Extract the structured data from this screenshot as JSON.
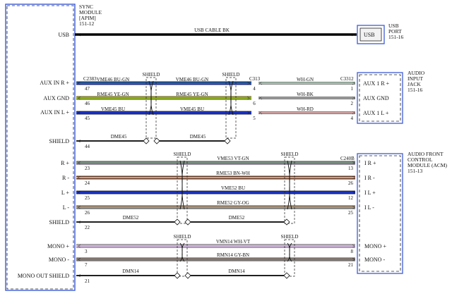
{
  "left_module": {
    "title": [
      "SYNC",
      "MODULE",
      "[APIM]",
      "151-12"
    ],
    "pins": {
      "usb": "USB",
      "aux_in_r": "AUX IN R +",
      "aux_gnd": "AUX GND",
      "aux_in_l": "AUX IN L +",
      "shield1": "SHIELD",
      "r_plus": "R +",
      "r_minus": "R -",
      "l_plus": "L +",
      "l_minus": "L -",
      "shield2": "SHIELD",
      "mono_plus": "MONO +",
      "mono_minus": "MONO -",
      "mono_out_shield": "MONO OUT SHIELD"
    },
    "connectors": {
      "aux": "C2383",
      "acm": "C240B"
    }
  },
  "usb_port": {
    "title": [
      "USB",
      "PORT",
      "151-16"
    ],
    "pin": "USB"
  },
  "aux_jack": {
    "title": [
      "AUDIO",
      "INPUT",
      "JACK",
      "151-16"
    ],
    "connector": "C3312",
    "pins": {
      "r": "AUX 1 R +",
      "gnd": "AUX GND",
      "l": "AUX 1 L +"
    }
  },
  "acm": {
    "title": [
      "AUDIO FRONT",
      "CONTROL",
      "MODULE (ACM)",
      "151-13"
    ],
    "pins": {
      "r_plus": "I R +",
      "r_minus": "I R -",
      "l_plus": "I L +",
      "l_minus": "I L -",
      "mono_plus": "MONO +",
      "mono_minus": "MONO -"
    }
  },
  "inline_connector": "C313",
  "shield_label": "SHIELD",
  "wires": [
    {
      "id": "usb",
      "label": "USB CABLE  BK",
      "pin_l": "",
      "pin_r": "",
      "color": "#000000"
    },
    {
      "id": "aux_r",
      "label_l": "VME46  BU-GN",
      "label_m": "VME46  BU-GN",
      "label_r": "WH-GN",
      "pin_l": "47",
      "pin_m": "4",
      "pin_r": "1",
      "color": "#1a33c8",
      "stripe": "#33aa44",
      "color_r": "#b9e6c9"
    },
    {
      "id": "aux_gnd",
      "label_l": "RME45  YE-GN",
      "label_m": "RME45  YE-GN",
      "label_r": "WH-BK",
      "pin_l": "46",
      "pin_m": "6",
      "pin_r": "2",
      "color": "#c4c41a",
      "stripe": "#3b9b2f",
      "color_r": "#b0b0b0"
    },
    {
      "id": "aux_l",
      "label_l": "VME45  BU",
      "label_m": "VME45  BU",
      "label_r": "WH-RD",
      "pin_l": "45",
      "pin_m": "5",
      "pin_r": "4",
      "color": "#1a33c8",
      "color_r": "#f2b8b8"
    },
    {
      "id": "shield1",
      "label_l": "DME45",
      "label_m": "DME45",
      "pin_l": "44",
      "color": "#000000"
    },
    {
      "id": "r_plus",
      "label": "VME53  VT-GN",
      "pin_l": "23",
      "pin_r": "13",
      "color": "#b183c9",
      "stripe": "#3b9b2f"
    },
    {
      "id": "r_minus",
      "label": "RME53  BN-WH",
      "pin_l": "24",
      "pin_r": "26",
      "color": "#8a4a2a",
      "stripe": "#ffffff"
    },
    {
      "id": "l_plus",
      "label": "VME52  BU",
      "pin_l": "25",
      "pin_r": "12",
      "color": "#1a33c8"
    },
    {
      "id": "l_minus",
      "label": "RME52  GY-OG",
      "pin_l": "26",
      "pin_r": "25",
      "color": "#9a9a9a",
      "stripe": "#d98a2a"
    },
    {
      "id": "shield2",
      "label_l": "DME52",
      "label_m": "DME52",
      "pin_l": "22",
      "color": "#000000"
    },
    {
      "id": "mono_plus",
      "label": "VMN14  WH-VT",
      "pin_l": "3",
      "pin_r": "8",
      "color": "#e8d8ee",
      "stripe": "#b183c9"
    },
    {
      "id": "mono_minus",
      "label": "RMN14  GY-BN",
      "pin_l": "7",
      "pin_r": "21",
      "color": "#9a9a9a",
      "stripe": "#8a4a2a"
    },
    {
      "id": "mono_shield",
      "label_l": "DMN14",
      "label_m": "DMN14",
      "pin_l": "21",
      "color": "#000000"
    }
  ]
}
